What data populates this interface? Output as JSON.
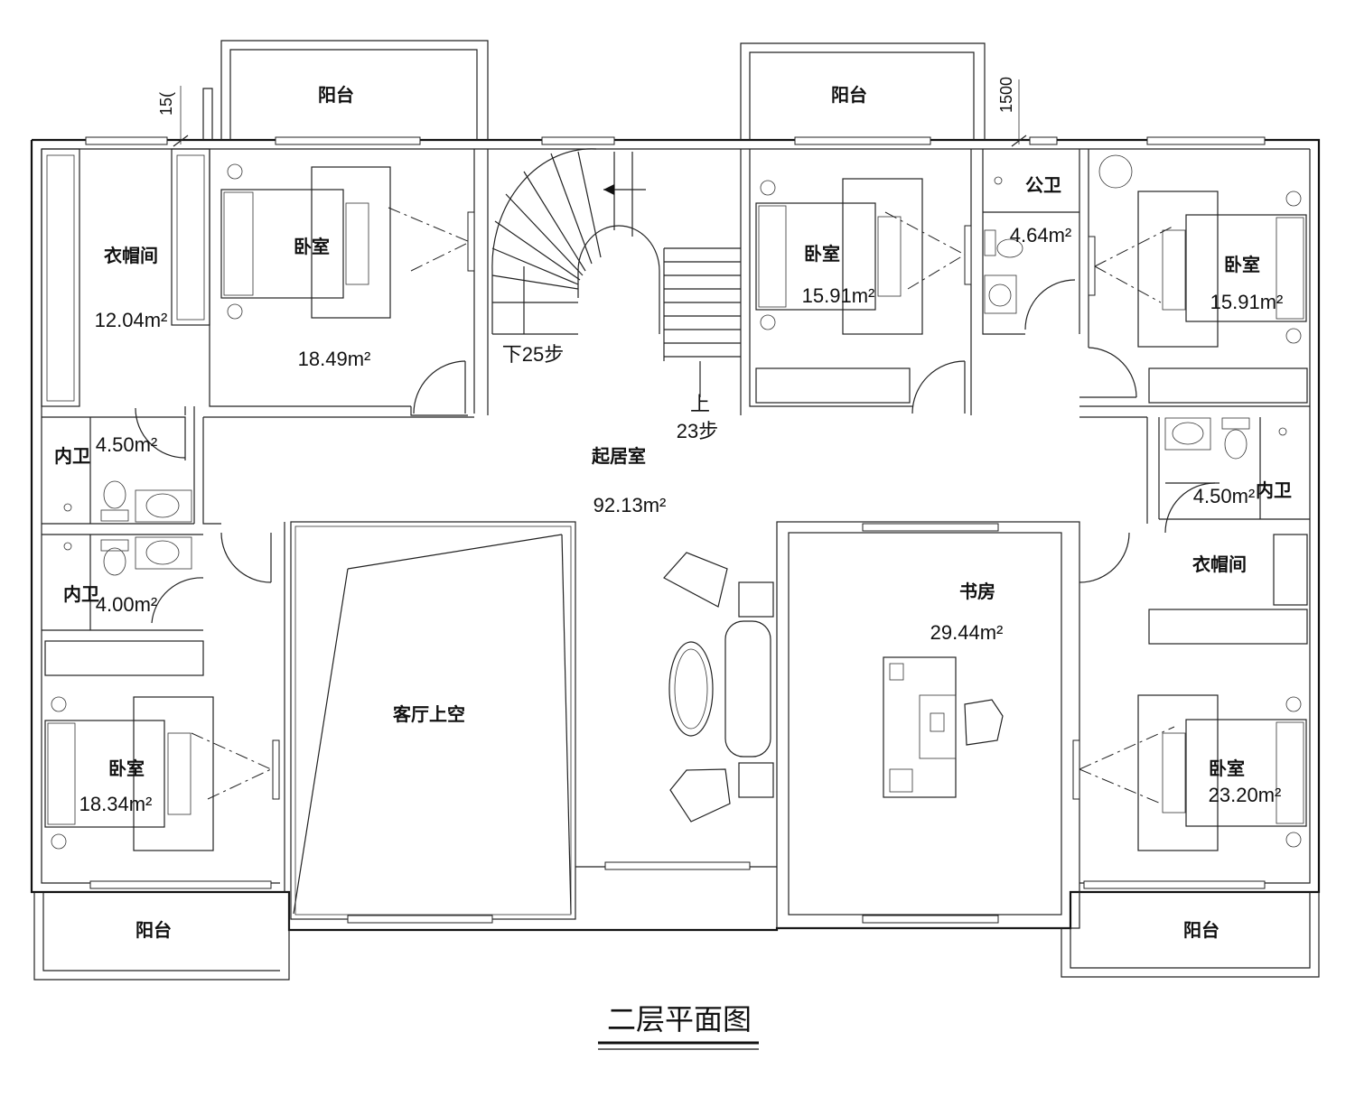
{
  "plan_title": "二层平面图",
  "rooms": {
    "balcony_top_left": "阳台",
    "balcony_top_right": "阳台",
    "balcony_bottom_left": "阳台",
    "balcony_bottom_right": "阳台",
    "closet_top_left": "衣帽间",
    "closet_top_left_area": "12.04m²",
    "bedroom_top_left": "卧室",
    "bedroom_top_left_area": "18.49m²",
    "stair_down": "下25步",
    "stair_up": "上",
    "stair_up_steps": "23步",
    "bedroom_top_mid": "卧室",
    "bedroom_top_mid_area": "15.91m²",
    "public_bath": "公卫",
    "public_bath_area": "4.64m²",
    "bedroom_top_right": "卧室",
    "bedroom_top_right_area": "15.91m²",
    "bath_left_1": "内卫",
    "bath_left_1_area": "4.50m²",
    "bath_left_2": "内卫",
    "bath_left_2_area": "4.00m²",
    "living": "起居室",
    "living_area": "92.13m²",
    "bath_right": "内卫",
    "bath_right_area": "4.50m²",
    "closet_right": "衣帽间",
    "study": "书房",
    "study_area": "29.44m²",
    "void": "客厅上空",
    "bedroom_bottom_left": "卧室",
    "bedroom_bottom_left_area": "18.34m²",
    "bedroom_bottom_right": "卧室",
    "bedroom_bottom_right_area": "23.20m²"
  },
  "dimensions": {
    "left_mark": "15(",
    "right_mark": "1500"
  }
}
